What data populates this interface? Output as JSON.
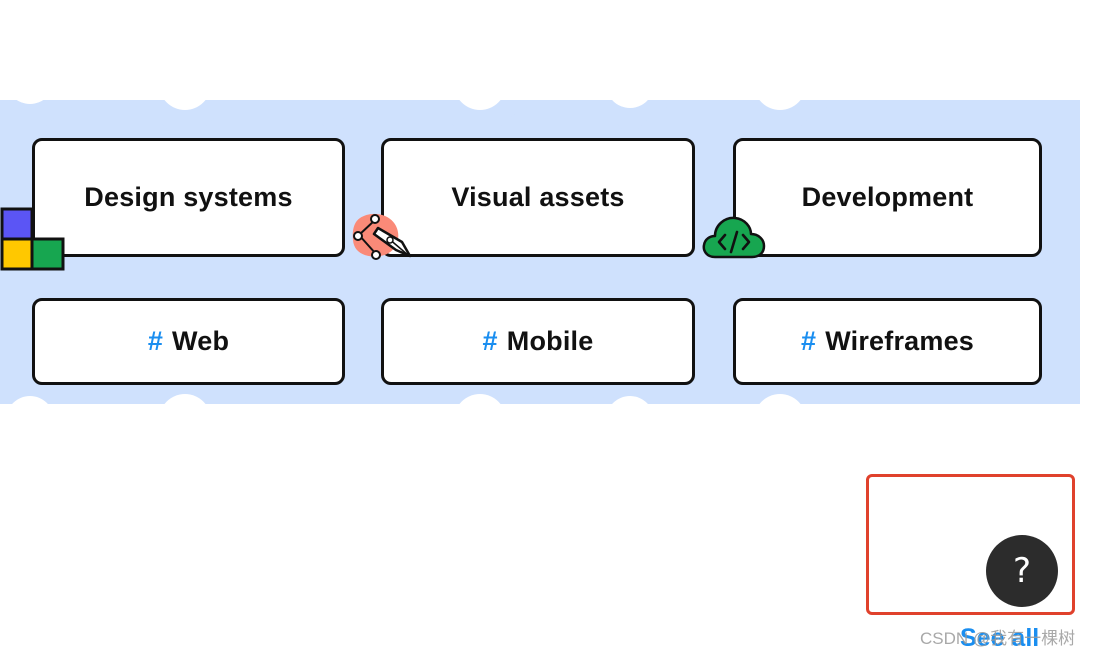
{
  "categories": [
    {
      "label": "Design systems",
      "icon": "design-blocks-icon"
    },
    {
      "label": "Visual assets",
      "icon": "pen-tool-icon"
    },
    {
      "label": "Development",
      "icon": "code-cloud-icon"
    }
  ],
  "tags": [
    {
      "hash": "#",
      "label": "Web"
    },
    {
      "hash": "#",
      "label": "Mobile"
    },
    {
      "hash": "#",
      "label": "Wireframes"
    }
  ],
  "help": {
    "label": "?"
  },
  "see_all": {
    "label": "See all"
  },
  "watermark": {
    "text": "CSDN @我有一棵树"
  },
  "colors": {
    "blob": "#cfe1fd",
    "accent_blue": "#1a8ef0",
    "highlight_red": "#e0412c",
    "help_bg": "#2c2c2c",
    "icon_purple": "#5b55f5",
    "icon_yellow": "#ffc800",
    "icon_green": "#17a650",
    "icon_salmon": "#fa8a78"
  }
}
